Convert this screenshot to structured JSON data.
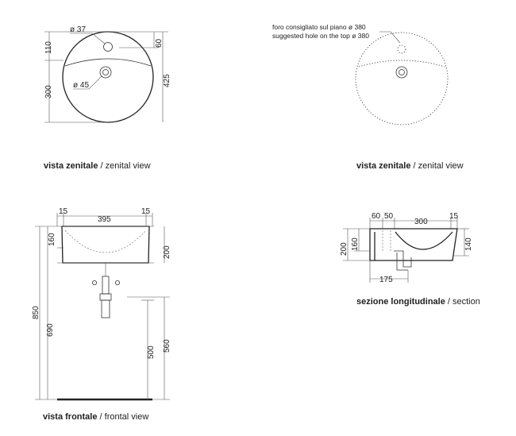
{
  "views": {
    "zenital_left": {
      "hole_small": "ø 37",
      "hole_drain": "ø 45",
      "dim_110": "110",
      "dim_300": "300",
      "dim_60": "60",
      "dim_425": "425",
      "caption_it": "vista zenitale",
      "caption_en": " / zenital view"
    },
    "zenital_right": {
      "note_it": "foro consigliato sul piano ø 380",
      "note_en": "suggested hole on the top ø 380",
      "caption_it": "vista zenitale",
      "caption_en": " / zenital view"
    },
    "frontal": {
      "dim_15_left": "15",
      "dim_395": "395",
      "dim_15_right": "15",
      "dim_160": "160",
      "dim_200": "200",
      "dim_850": "850",
      "dim_690": "690",
      "dim_500": "500",
      "dim_560": "560",
      "caption_it": "vista frontale",
      "caption_en": " / frontal view"
    },
    "section": {
      "dim_60": "60",
      "dim_50": "50",
      "dim_300": "300",
      "dim_15": "15",
      "dim_200": "200",
      "dim_160": "160",
      "dim_140": "140",
      "dim_175": "175",
      "caption_it": "sezione longitudinale",
      "caption_en": " / section"
    }
  }
}
